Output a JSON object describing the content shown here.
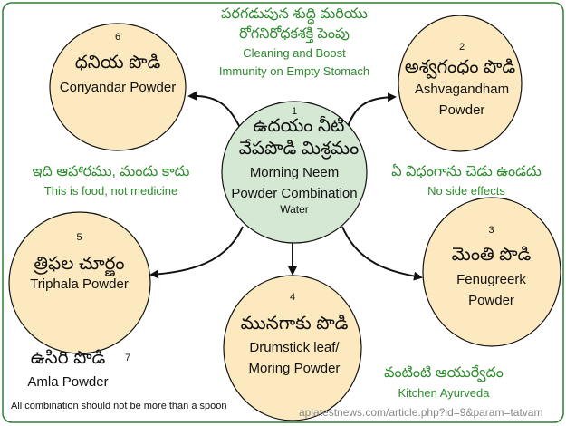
{
  "colors": {
    "border": "#2e7d32",
    "node_fill": "#fde9bf",
    "center_fill": "#d5e8d4",
    "note_text": "#2e8b2e"
  },
  "center": {
    "num": "1",
    "telugu_line1": "ఉదయం నీటి",
    "telugu_line2": "వేపపొడి మిశ్రమం",
    "english_line1": "Morning Neem",
    "english_line2": "Powder Combination",
    "english_line3": "Water"
  },
  "nodes": [
    {
      "num": "2",
      "telugu": "అశ్వగంధం పొడి",
      "english_line1": "Ashvagandham",
      "english_line2": "Powder"
    },
    {
      "num": "3",
      "telugu": "మెంతి పొడి",
      "english_line1": "Fenugreerk",
      "english_line2": "Powder"
    },
    {
      "num": "4",
      "telugu": "మునగాకు పొడి",
      "english_line1": "Drumstick leaf/",
      "english_line2": "Moring Powder"
    },
    {
      "num": "5",
      "telugu": "త్రిఫల చూర్ణం",
      "english_line1": "Triphala Powder"
    },
    {
      "num": "6",
      "telugu": "ధనియ పొడి",
      "english_line1": "Coriyandar Powder"
    },
    {
      "num": "7",
      "telugu": "ఉసిరి పొడి",
      "english_line1": "Amla Powder"
    }
  ],
  "notes": {
    "top_telugu_1": "పరగడుపున శుద్ధి మరియు",
    "top_telugu_2": "రోగనిరోధకశక్తి పెంపు",
    "top_english_1": "Cleaning and Boost",
    "top_english_2": "Immunity on Empty Stomach",
    "left_telugu": "ఇది ఆహారము, మందు కాదు",
    "left_english": "This is food, not medicine",
    "right_telugu": "ఏ విధంగాను చెడు ఉండదు",
    "right_english": "No side effects",
    "bottom_right_telugu": "వంటింటి ఆయుర్వేదం",
    "bottom_right_english": "Kitchen Ayurveda",
    "footer": "All combination should not be more than a spoon",
    "watermark": "aplatestnews.com/article.php?id=9&param=tatvam"
  }
}
